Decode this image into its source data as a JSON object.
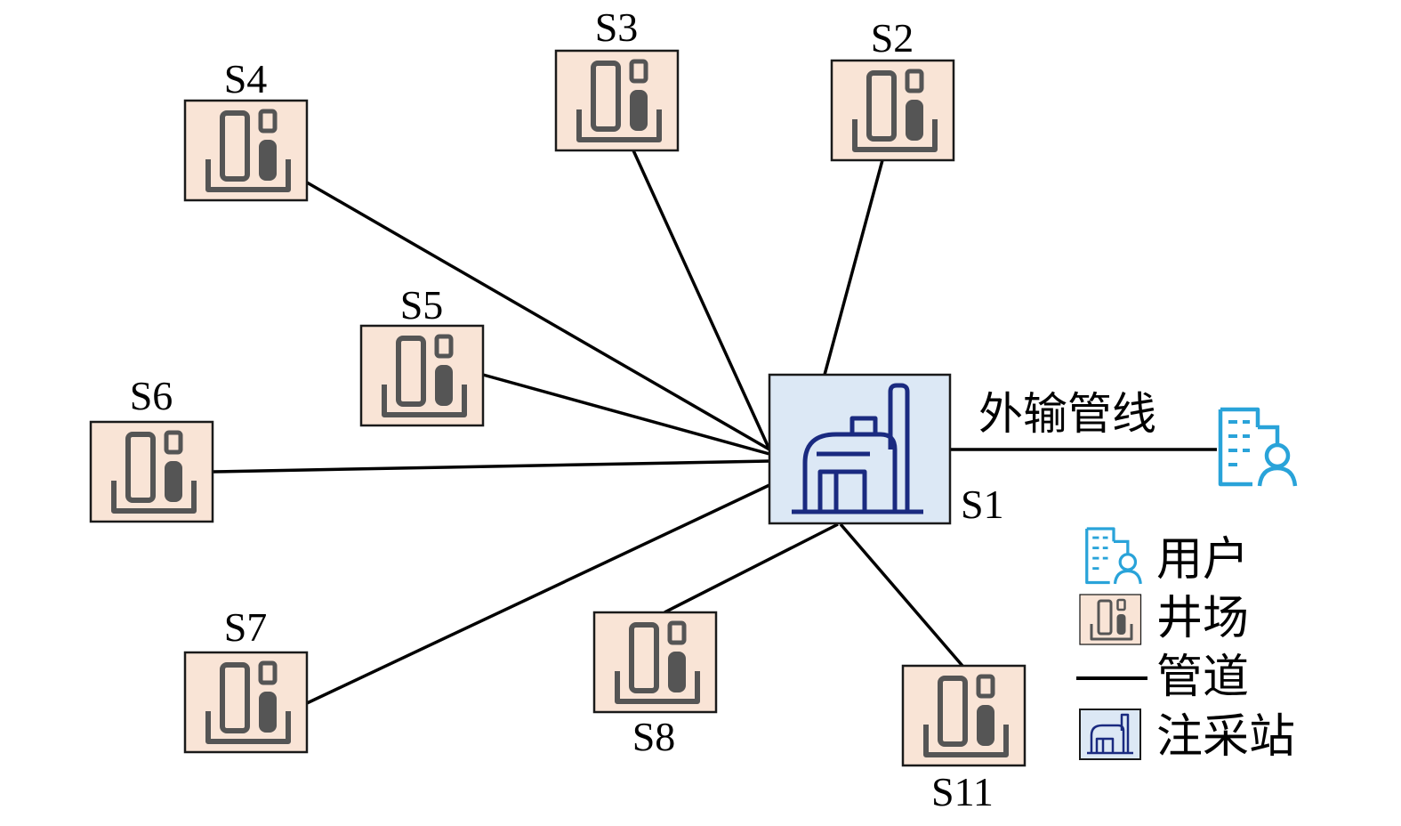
{
  "diagram": {
    "center_station": {
      "label": "S1",
      "kind": "injection-production-station"
    },
    "well_sites": [
      {
        "id": "S2",
        "label": "S2"
      },
      {
        "id": "S3",
        "label": "S3"
      },
      {
        "id": "S4",
        "label": "S4"
      },
      {
        "id": "S5",
        "label": "S5"
      },
      {
        "id": "S6",
        "label": "S6"
      },
      {
        "id": "S7",
        "label": "S7"
      },
      {
        "id": "S8",
        "label": "S8"
      },
      {
        "id": "S11",
        "label": "S11"
      }
    ],
    "export_pipeline_label": "外输管线",
    "user": {
      "icon": "user-building-icon"
    }
  },
  "legend": {
    "user": "用户",
    "well_site": "井场",
    "pipeline": "管道",
    "station": "注采站"
  },
  "colors": {
    "well_fill": "#f9e4d6",
    "well_icon": "#555555",
    "station_fill": "#dce8f5",
    "station_icon": "#1a2a80",
    "user_icon": "#29a3d9",
    "line": "#000000"
  }
}
